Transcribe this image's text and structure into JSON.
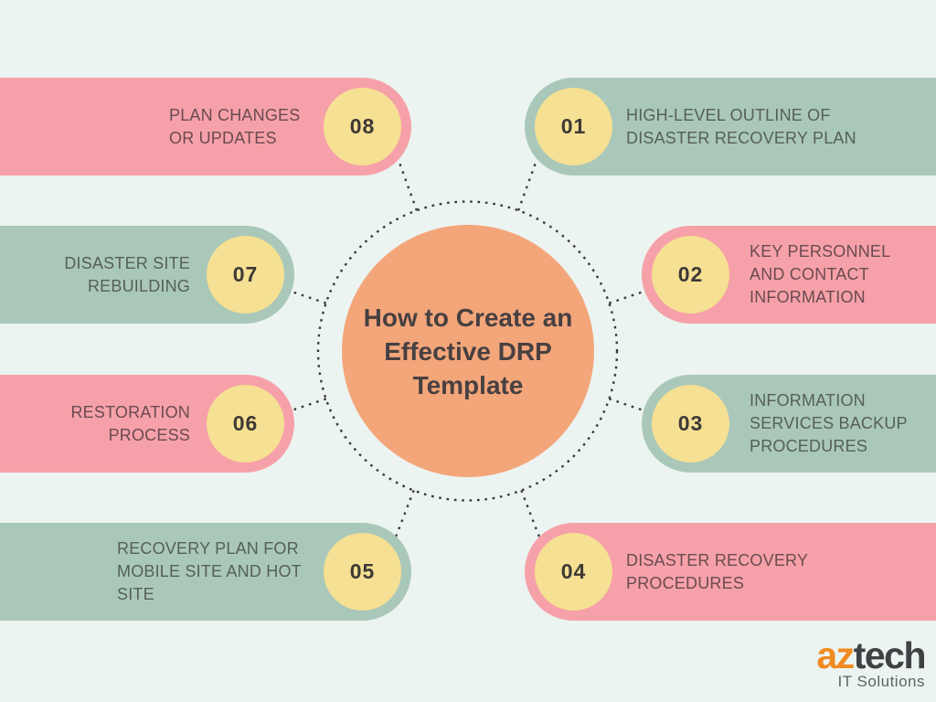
{
  "title_lines": [
    "How to Create an",
    "Effective DRP",
    "Template"
  ],
  "items": [
    {
      "number": "01",
      "label": "HIGH-LEVEL OUTLINE OF DISASTER RECOVERY PLAN",
      "color": "green",
      "side": "right"
    },
    {
      "number": "02",
      "label": "KEY PERSONNEL AND CONTACT INFORMATION",
      "color": "pink",
      "side": "right"
    },
    {
      "number": "03",
      "label": "INFORMATION SERVICES BACKUP PROCEDURES",
      "color": "green",
      "side": "right"
    },
    {
      "number": "04",
      "label": "DISASTER RECOVERY PROCEDURES",
      "color": "pink",
      "side": "right"
    },
    {
      "number": "05",
      "label": "RECOVERY PLAN FOR MOBILE SITE AND HOT SITE",
      "color": "green",
      "side": "left"
    },
    {
      "number": "06",
      "label": "RESTORATION PROCESS",
      "color": "pink",
      "side": "left"
    },
    {
      "number": "07",
      "label": "DISASTER SITE REBUILDING",
      "color": "green",
      "side": "left"
    },
    {
      "number": "08",
      "label": "PLAN CHANGES OR UPDATES",
      "color": "pink",
      "side": "left"
    }
  ],
  "logo": {
    "brand_primary": "az",
    "brand_secondary": "tech",
    "tagline": "IT Solutions"
  },
  "colors": {
    "background": "#ecf4f1",
    "pill_pink": "#f6a1a9",
    "pill_green": "#aac8b9",
    "number_circle_yellow": "#f5e093",
    "center_orange": "#f3a67a",
    "connector_dots": "#3a3a3a",
    "logo_orange": "#f08a21",
    "logo_dark": "#3f4244"
  }
}
